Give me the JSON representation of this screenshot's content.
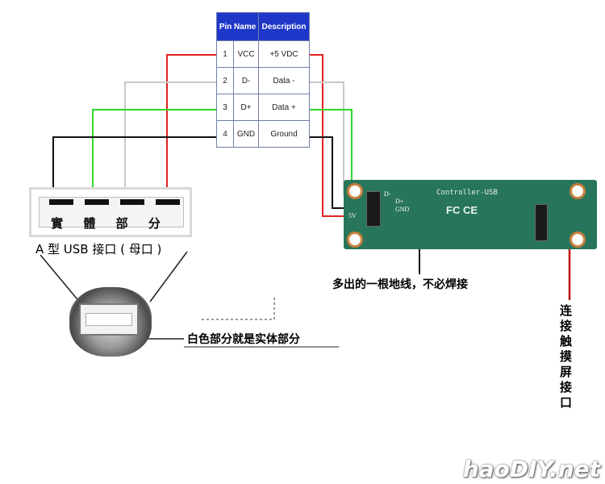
{
  "pin_table": {
    "headers": [
      "Pin Name",
      "Description"
    ],
    "rows": [
      {
        "num": "1",
        "name": "VCC",
        "desc": "+5 VDC"
      },
      {
        "num": "2",
        "name": "D-",
        "desc": "Data -"
      },
      {
        "num": "3",
        "name": "D+",
        "desc": "Data +"
      },
      {
        "num": "4",
        "name": "GND",
        "desc": "Ground"
      }
    ]
  },
  "usb_connector": {
    "body_label": "實 體 部 分",
    "caption": "A 型 USB 接口 ( 母口 )"
  },
  "board": {
    "title": "Controller-USB",
    "cert": "FC CE",
    "pins": [
      "D-",
      "D+",
      "GND",
      "5V"
    ]
  },
  "notes": {
    "extra_ground": "多出的一根地线，不必焊接",
    "white_part": "白色部分就是实体部分",
    "touch_interface": "连接触摸屏接口"
  },
  "watermark": "haoDIY.net",
  "colors": {
    "vcc": "#e02222",
    "data_minus": "#c8c8c8",
    "data_plus": "#31d62d",
    "gnd": "#111111",
    "board": "#27755a",
    "table_header": "#1f37c9"
  }
}
